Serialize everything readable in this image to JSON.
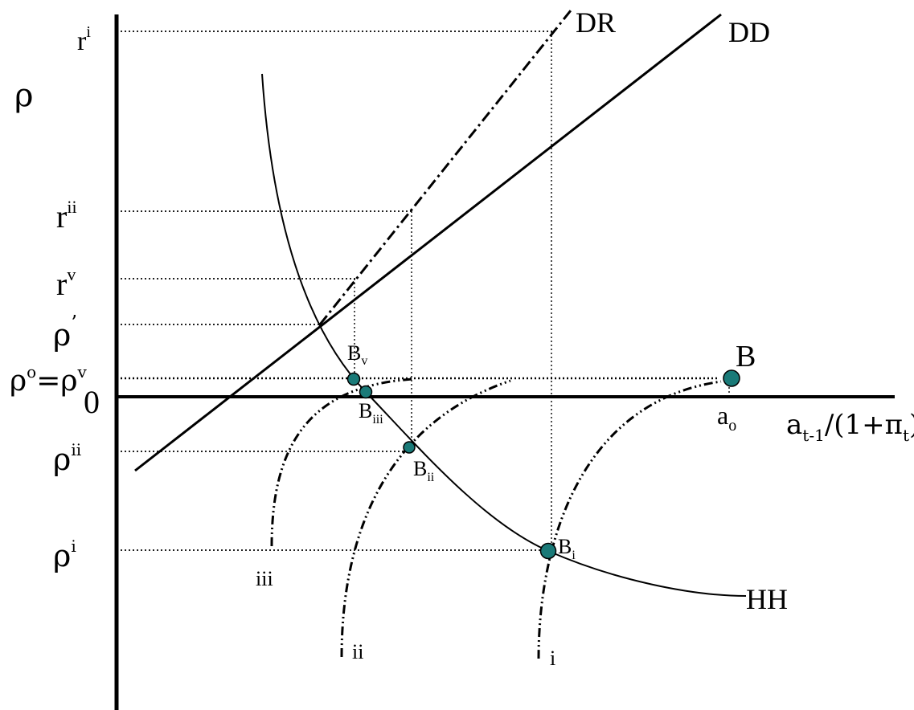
{
  "labels": {
    "y_axis": "ρ",
    "origin": "0",
    "x_axis_main": "a",
    "x_axis_sub": "t-1",
    "x_axis_mid": "/(1+π",
    "x_axis_sub2": "t",
    "x_axis_end": ")",
    "ri_base": "r",
    "ri_sup": "i",
    "rii_base": "r",
    "rii_sup": "ii",
    "rv_base": "r",
    "rv_sup": "v",
    "rho_prime_base": "ρ",
    "rho_prime_sup": "’",
    "rho0_base": "ρ",
    "rho0_sup": "o",
    "rho0_mid": "=ρ",
    "rho0_sup2": "v",
    "rhoii_base": "ρ",
    "rhoii_sup": "ii",
    "rhoi_base": "ρ",
    "rhoi_sup": "i",
    "curve_dr": "DR",
    "curve_dd": "DD",
    "curve_hh": "HH",
    "point_b": "B",
    "point_a0_base": "a",
    "point_a0_sub": "o",
    "point_bv_base": "B",
    "point_bv_sub": "v",
    "point_biii_base": "B",
    "point_biii_sub": "iii",
    "point_bii_base": "B",
    "point_bii_sub": "ii",
    "point_bi_base": "B",
    "point_bi_sub": "i",
    "path_i": "i",
    "path_ii": "ii",
    "path_iii": "iii"
  },
  "colors": {
    "ink": "#000000",
    "point_fill": "#1a7a78",
    "background": "#ffffff"
  }
}
